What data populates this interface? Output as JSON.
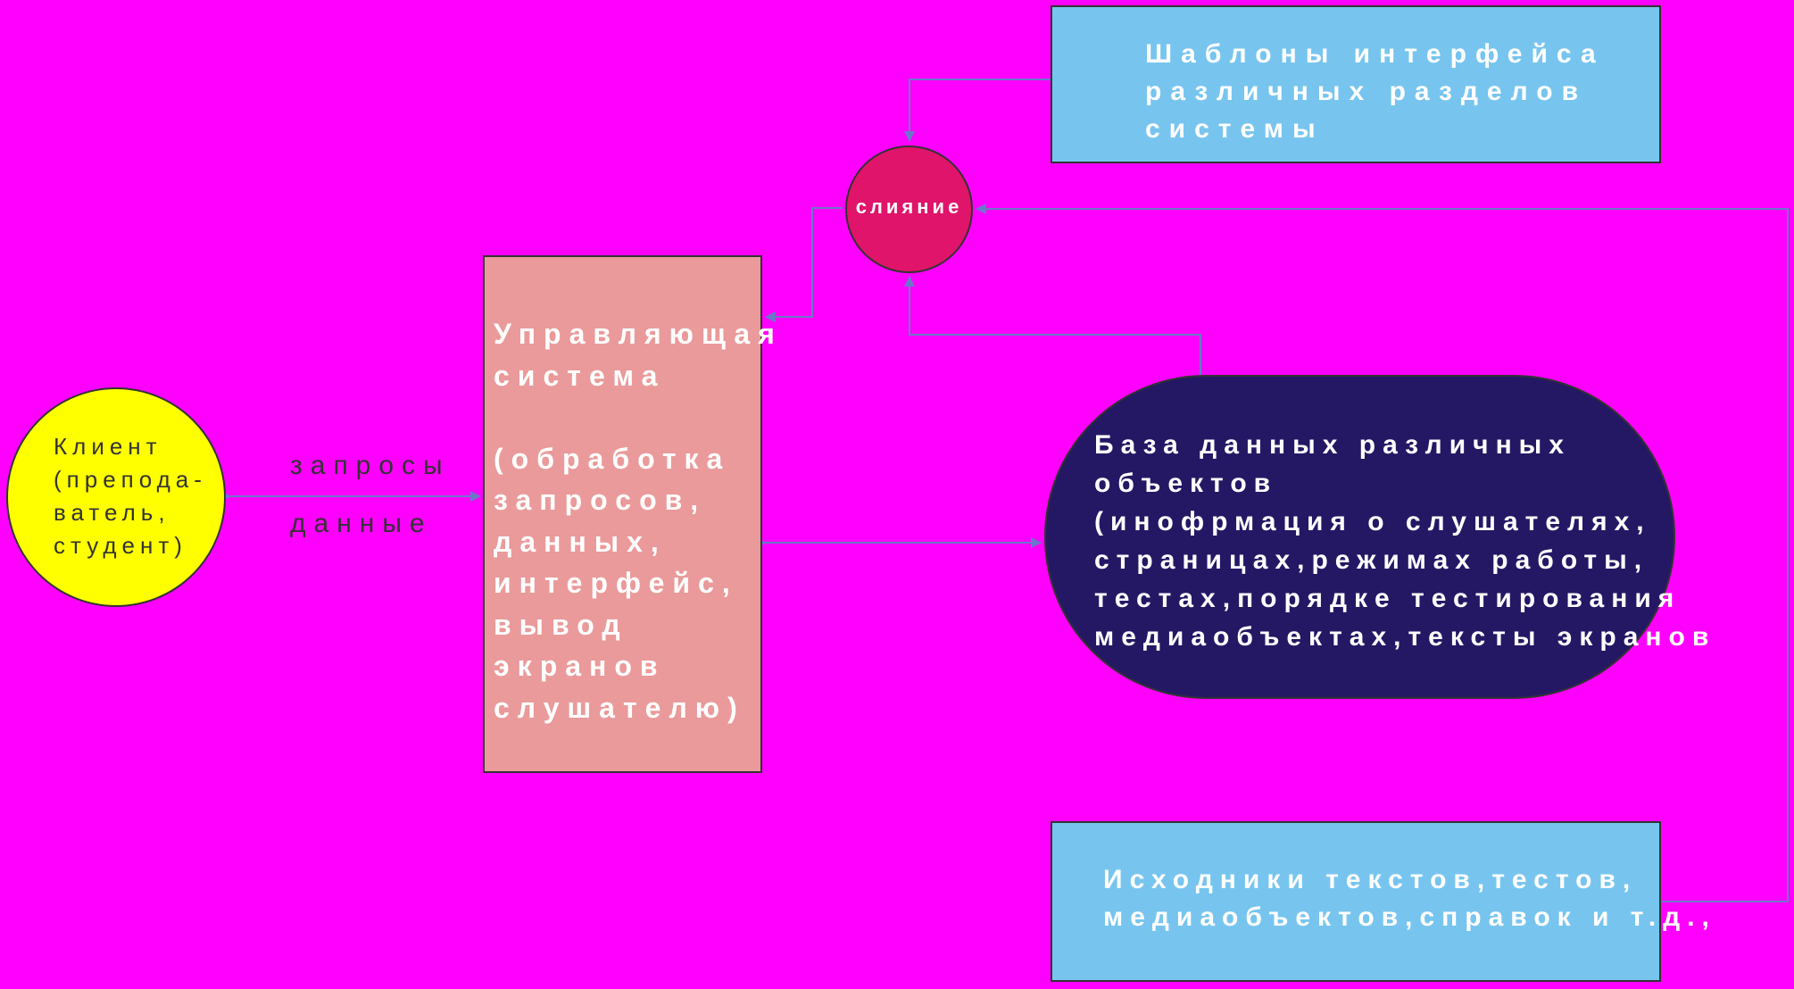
{
  "colors": {
    "background": "#ff00ff",
    "client": "#ffff00",
    "control": "#ea9a9a",
    "merge": "#e0146a",
    "templates": "#77c5ef",
    "database": "#241865",
    "sources": "#77c5ef",
    "arrow": "#6a78c8"
  },
  "nodes": {
    "client": {
      "text": "Клиент\n(препода-\nватель,\nстудент)"
    },
    "control": {
      "text": "Управляющая\nсистема\n\n(обработка\nзапросов,\nданных,\nинтерфейс,\nвывод\nэкранов\nслушателю)"
    },
    "merge": {
      "text": "слияние"
    },
    "templates": {
      "text": "Шаблоны интерфейса\nразличных разделов\nсистемы"
    },
    "database": {
      "text": "База данных различных\nобъектов\n(инофрмация о слушателях,\nстраницах,режимах работы,\nтестах,порядке тестирования\nмедиаобъектах,тексты экранов"
    },
    "sources": {
      "text": "Исходники текстов,тестов,\nмедиаобъектов,справок и т.д.,"
    }
  },
  "edges": {
    "client_control_top_label": "запросы",
    "client_control_bottom_label": "данные"
  }
}
